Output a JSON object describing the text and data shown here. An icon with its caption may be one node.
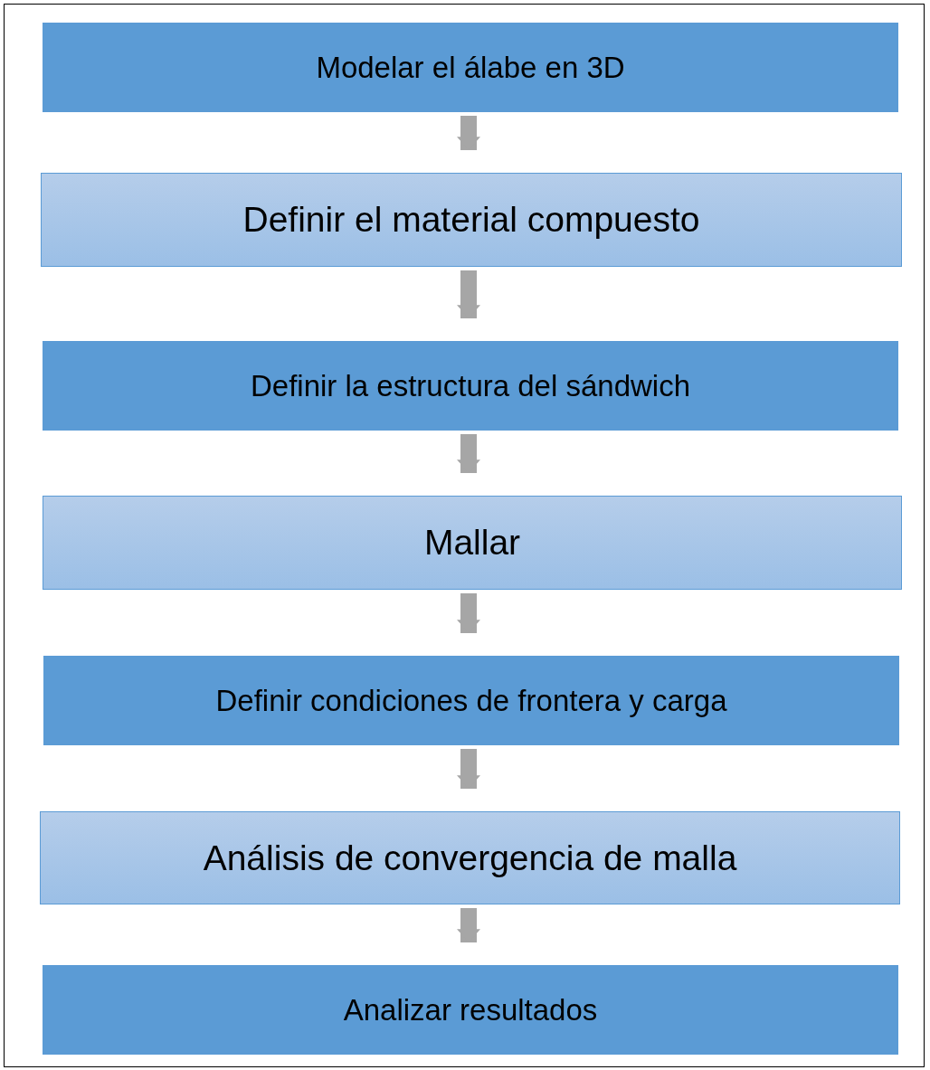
{
  "diagram": {
    "nodes": [
      {
        "text": [
          "Modelar el álabe en 3D"
        ]
      },
      {
        "text": [
          "Definir el material compuesto"
        ]
      },
      {
        "text": [
          "Definir la estructura del sándwich"
        ]
      },
      {
        "text": [
          "Mallar"
        ]
      },
      {
        "text": [
          "Definir condiciones de frontera y carga"
        ]
      },
      {
        "text": [
          "Análisis de convergencia de malla"
        ]
      },
      {
        "text": [
          "Analizar resultados"
        ]
      }
    ],
    "edges": [
      {
        "from": 0,
        "to": 1,
        "arrow": "to"
      },
      {
        "from": 1,
        "to": 2,
        "arrow": "to"
      },
      {
        "from": 2,
        "to": 3,
        "arrow": "to"
      },
      {
        "from": 3,
        "to": 4,
        "arrow": "to"
      },
      {
        "from": 4,
        "to": 5,
        "arrow": "to"
      },
      {
        "from": 5,
        "to": 6,
        "arrow": "to"
      }
    ]
  }
}
